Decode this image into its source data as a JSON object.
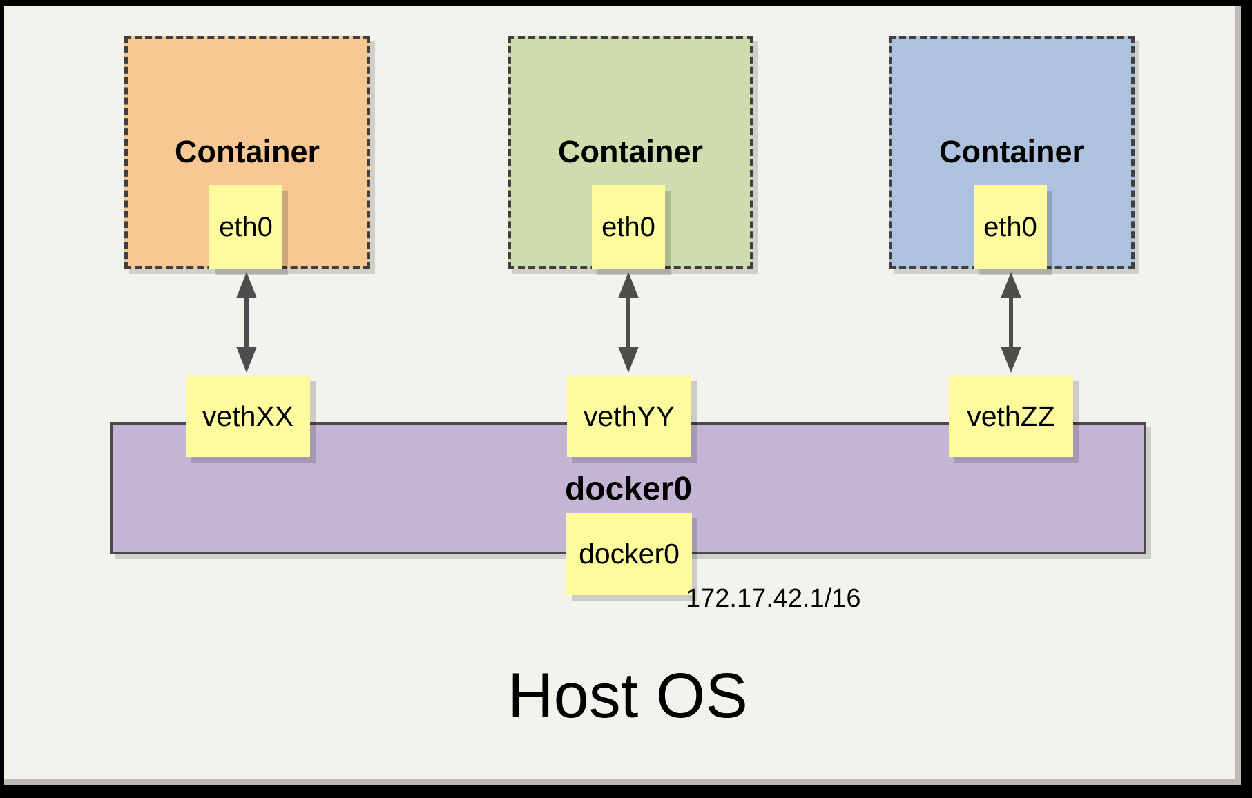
{
  "containers": [
    {
      "label": "Container",
      "interface": "eth0"
    },
    {
      "label": "Container",
      "interface": "eth0"
    },
    {
      "label": "Container",
      "interface": "eth0"
    }
  ],
  "veths": [
    {
      "label": "vethXX"
    },
    {
      "label": "vethYY"
    },
    {
      "label": "vethZZ"
    }
  ],
  "bridge": {
    "label": "docker0",
    "interface_label": "docker0",
    "ip": "172.17.42.1/16"
  },
  "host": {
    "label": "Host OS"
  },
  "colors": {
    "background": "#F4F2EC",
    "frame": "#000000",
    "panel-shadow": "#BDBAB3",
    "container-1": "#F7C794",
    "container-2": "#CFDDAE",
    "container-3": "#AEC2DF",
    "label-box": "#FDFB9E",
    "bridge": "#C4B5D4",
    "arrow": "#4D4D4D",
    "border": "#4A4A4A",
    "dash": "#3F3F3F",
    "text": "#000000"
  }
}
